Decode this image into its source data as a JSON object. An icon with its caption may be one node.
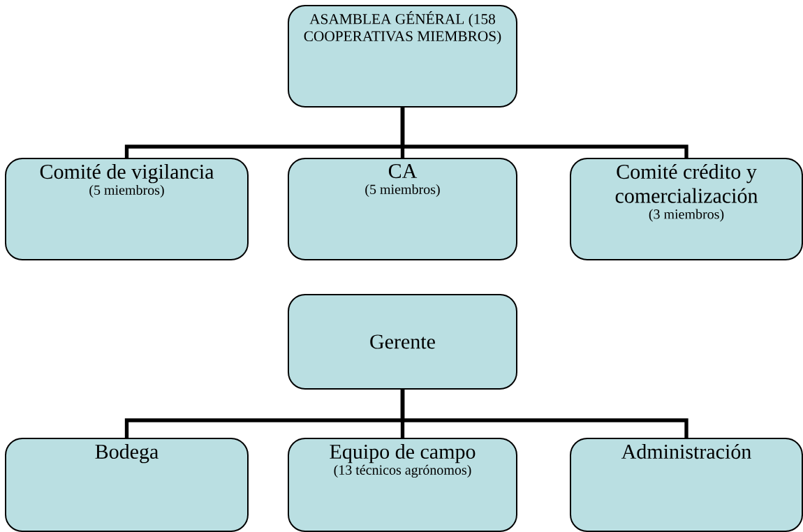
{
  "diagram": {
    "nodes": [
      {
        "text": [
          "ASAMBLEA GÉNÉRAL (158 COOPERATIVAS MIEMBROS)"
        ]
      },
      {
        "text": [
          "Comité de vigilancia",
          "(5 miembros)"
        ]
      },
      {
        "text": [
          "CA",
          "(5 miembros)"
        ]
      },
      {
        "text": [
          "Comité crédito y comercialización",
          "(3 miembros)"
        ]
      },
      {
        "text": [
          "Gerente"
        ]
      },
      {
        "text": [
          "Bodega"
        ]
      },
      {
        "text": [
          "Equipo de campo",
          "(13 técnicos agrónomos)"
        ]
      },
      {
        "text": [
          "Administración"
        ]
      }
    ],
    "edges": [
      {
        "from": 0,
        "to": 1,
        "arrow": "none"
      },
      {
        "from": 0,
        "to": 2,
        "arrow": "none"
      },
      {
        "from": 0,
        "to": 3,
        "arrow": "none"
      },
      {
        "from": 4,
        "to": 5,
        "arrow": "none"
      },
      {
        "from": 4,
        "to": 6,
        "arrow": "none"
      },
      {
        "from": 4,
        "to": 7,
        "arrow": "none"
      }
    ]
  }
}
